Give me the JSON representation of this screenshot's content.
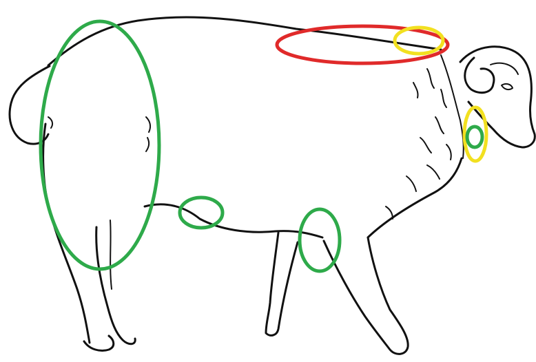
{
  "colors": {
    "background": "#ffffff",
    "outline": "#111111",
    "green": "#2eaa4a",
    "yellow": "#f2e020",
    "red": "#e02a2a"
  },
  "markers": [
    {
      "id": "hindquarters",
      "color": "green"
    },
    {
      "id": "belly",
      "color": "green"
    },
    {
      "id": "elbow",
      "color": "green"
    },
    {
      "id": "neck",
      "color": "green"
    },
    {
      "id": "neck",
      "color": "yellow"
    },
    {
      "id": "withers",
      "color": "yellow"
    },
    {
      "id": "back",
      "color": "red"
    }
  ]
}
